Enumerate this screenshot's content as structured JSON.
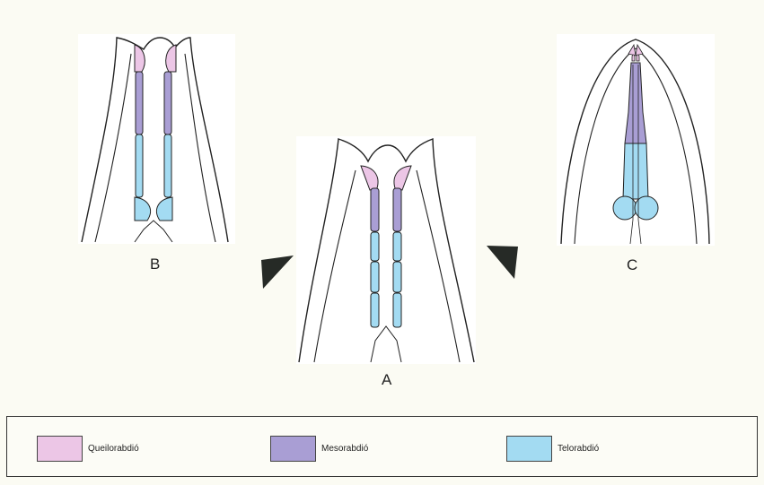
{
  "panels": [
    {
      "label": "B"
    },
    {
      "label": "A"
    },
    {
      "label": "C"
    }
  ],
  "legend": [
    {
      "label": "Queilorabdió",
      "color": "#ecc6e6"
    },
    {
      "label": "Mesorabdió",
      "color": "#a99ed4"
    },
    {
      "label": "Telorabdió",
      "color": "#a3dbf2"
    }
  ],
  "colors": {
    "background": "#fbfbf3",
    "panel_background": "#ffffff",
    "outline": "#222222",
    "arrow": "#262a26"
  }
}
